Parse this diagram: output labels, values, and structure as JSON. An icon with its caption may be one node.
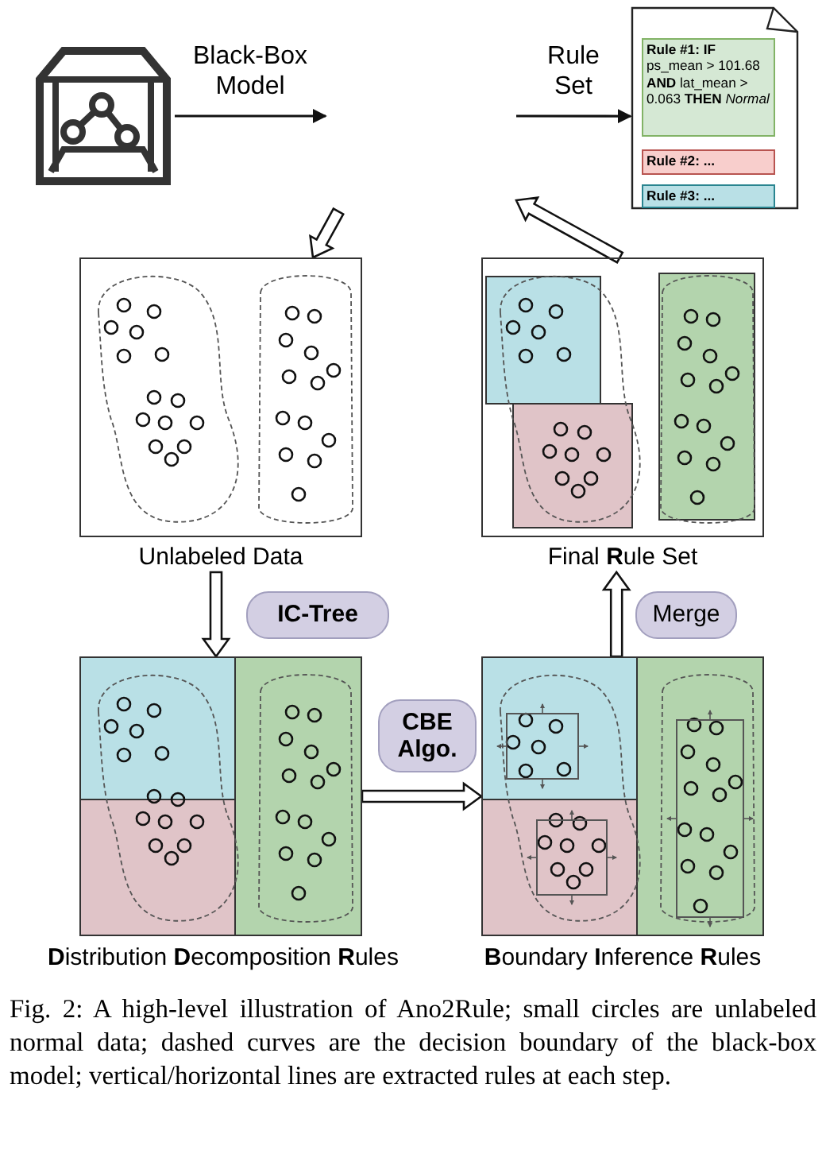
{
  "diagram": {
    "caption": "Fig. 2: A high-level illustration of Ano2Rule; small circles are unlabeled normal data; dashed curves are the decision boundary of the black-box model; vertical/horizontal lines are extracted rules at each step.",
    "nodes": [
      {
        "text": [],
        "shape": "box"
      },
      {
        "text": [],
        "shape": "box"
      },
      {
        "text": [
          "**Rule #1:** **IF** ps_mean > 101.68 **AND** lat_mean > 0.063 **THEN** *Normal*"
        ],
        "in": 1
      },
      {
        "text": [
          "Rule #2: ..."
        ],
        "in": 1
      },
      {
        "text": [
          "Rule #3: ..."
        ],
        "in": 1
      },
      {
        "text": [
          "Unlabeled Data"
        ]
      },
      {
        "text": [
          "Final **R**ule Set"
        ]
      },
      {
        "text": [
          "**D**istribution **D**ecomposition **R**ules"
        ]
      },
      {
        "text": [
          "**B**oundary **I**nference **R**ules"
        ]
      }
    ],
    "edges": [
      {
        "from": 0,
        "to": null,
        "arrow": "to",
        "label": "Black-Box Model"
      },
      {
        "from": null,
        "to": 1,
        "arrow": "to",
        "label": "Rule Set"
      },
      {
        "from": null,
        "to": 5,
        "arrow": "to"
      },
      {
        "from": 6,
        "to": null,
        "arrow": "to"
      },
      {
        "from": 5,
        "to": 7,
        "arrow": "to",
        "label": "IC-Tree"
      },
      {
        "from": 7,
        "to": 8,
        "arrow": "to",
        "label": "CBE Algo."
      },
      {
        "from": 8,
        "to": 6,
        "arrow": "to",
        "label": "Merge"
      }
    ]
  }
}
